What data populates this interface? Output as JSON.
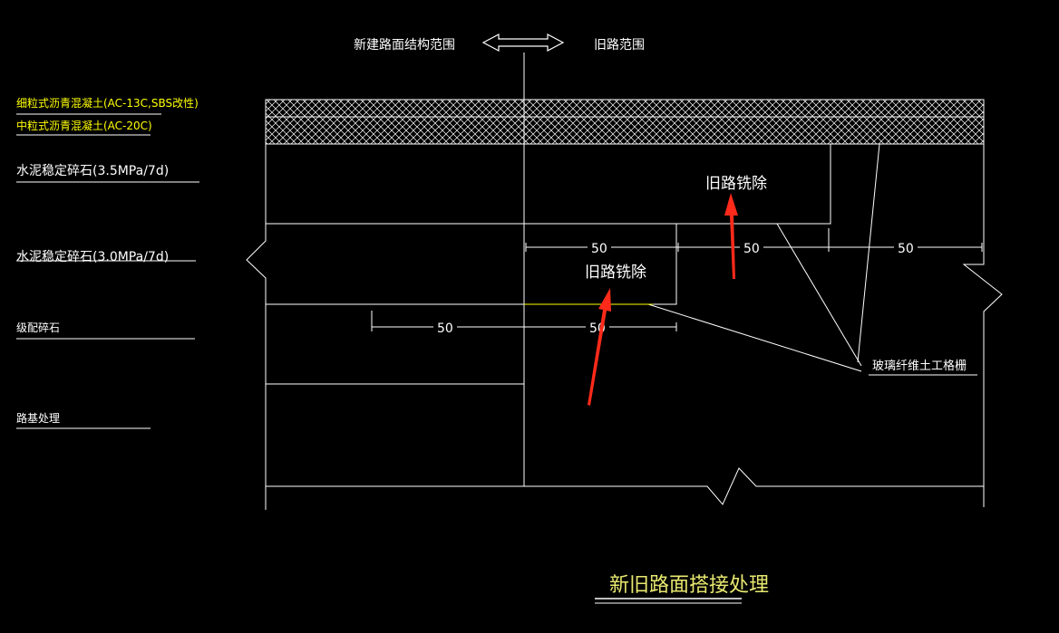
{
  "header": {
    "new_range": "新建路面结构范围",
    "old_range": "旧路范围"
  },
  "layers": {
    "fine_asphalt": "细粒式沥青混凝土(AC-13C,SBS改性)",
    "medium_asphalt": "中粒式沥青混凝土(AC-20C)",
    "cement_base_upper": "水泥稳定碎石(3.5MPa/7d)",
    "cement_base_lower": "水泥稳定碎石(3.0MPa/7d)",
    "graded_gravel": "级配碎石",
    "subgrade": "路基处理"
  },
  "annotations": {
    "milling_upper": "旧路铣除",
    "milling_lower": "旧路铣除",
    "geogrid": "玻璃纤维土工格栅"
  },
  "dimensions": {
    "upper_1": "50",
    "upper_2": "50",
    "upper_3": "50",
    "lower_1": "50",
    "lower_2": "50"
  },
  "title": "新旧路面搭接处理",
  "colors": {
    "background": "#000000",
    "line": "#ffffff",
    "yellow": "#ffff00",
    "title": "#e8e870",
    "arrow": "#ff2a1a"
  }
}
